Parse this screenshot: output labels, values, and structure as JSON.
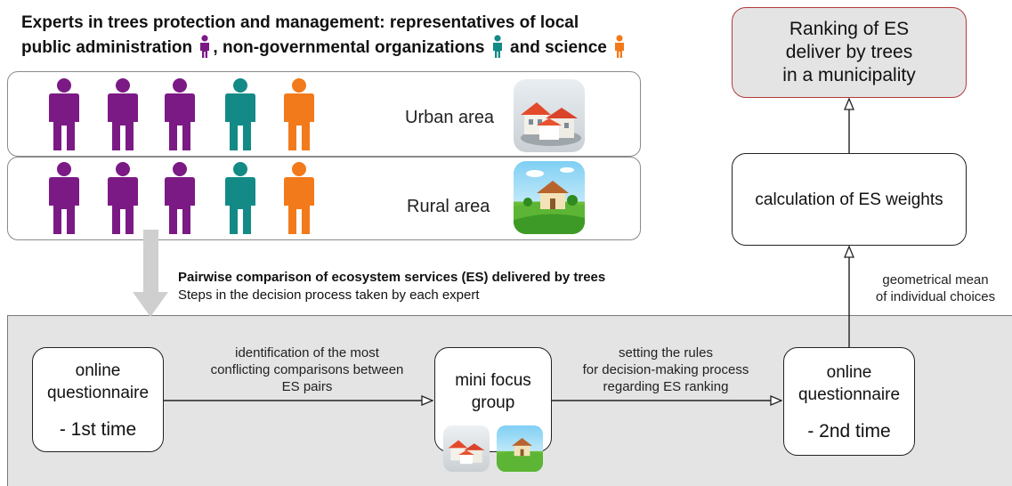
{
  "title": {
    "line1": "Experts in trees protection and management: representatives of local",
    "line2_a": "public administration",
    "line2_b": ", non-governmental organizations",
    "line2_c": " and science"
  },
  "colors": {
    "public_administration": "#7b1a85",
    "ngo": "#148a86",
    "science": "#f27a1a",
    "ranking_border": "#b23b3b"
  },
  "areas": [
    {
      "label": "Urban area",
      "experts": [
        "public_administration",
        "public_administration",
        "public_administration",
        "ngo",
        "science"
      ],
      "icon": "urban-houses-icon"
    },
    {
      "label": "Rural area",
      "experts": [
        "public_administration",
        "public_administration",
        "public_administration",
        "ngo",
        "science"
      ],
      "icon": "rural-house-icon"
    }
  ],
  "pairwise": {
    "heading": "Pairwise comparison of ecosystem services (ES) delivered by trees",
    "subheading": "Steps in the decision process taken by each expert"
  },
  "steps": {
    "first": {
      "line1": "online",
      "line2": "questionnaire",
      "line3": "- 1st time"
    },
    "focus": {
      "line1": "mini focus",
      "line2": "group"
    },
    "second": {
      "line1": "online",
      "line2": "questionnaire",
      "line3": "- 2nd time"
    },
    "weights": {
      "label": "calculation of ES weights"
    },
    "ranking": {
      "line1": "Ranking of ES",
      "line2": "deliver by trees",
      "line3": "in a municipality"
    }
  },
  "edges": {
    "first_to_focus": {
      "line1": "identification of the  most",
      "line2": "conflicting comparisons between",
      "line3": "ES pairs"
    },
    "focus_to_second": {
      "line1": "setting the rules",
      "line2": "for decision-making process",
      "line3": "regarding ES ranking"
    },
    "second_to_weights": {
      "line1": "geometrical mean",
      "line2": "of individual choices"
    }
  }
}
